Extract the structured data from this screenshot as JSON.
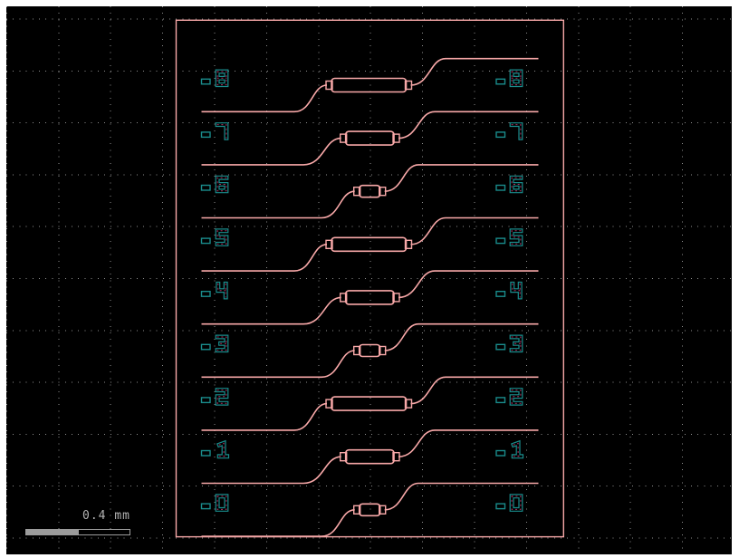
{
  "viewer": {
    "scale_bar": {
      "label": "0.4 mm"
    },
    "channels": [
      {
        "id": "8",
        "left_label": "-8",
        "right_label": "-8",
        "device": "long"
      },
      {
        "id": "7",
        "left_label": "-7",
        "right_label": "-7",
        "device": "medium"
      },
      {
        "id": "6",
        "left_label": "-6",
        "right_label": "-6",
        "device": "short"
      },
      {
        "id": "5",
        "left_label": "-5",
        "right_label": "-5",
        "device": "long"
      },
      {
        "id": "4",
        "left_label": "-4",
        "right_label": "-4",
        "device": "medium"
      },
      {
        "id": "3",
        "left_label": "-3",
        "right_label": "-3",
        "device": "short"
      },
      {
        "id": "2",
        "left_label": "-2",
        "right_label": "-2",
        "device": "long"
      },
      {
        "id": "1",
        "left_label": "-1",
        "right_label": "-1",
        "device": "medium"
      },
      {
        "id": "0",
        "left_label": "-0",
        "right_label": "-0",
        "device": "short"
      }
    ],
    "colors": {
      "background": "#000000",
      "frame": "#ffffff",
      "trace": "#f8a8a8",
      "boundary": "#f8a8a8",
      "label_outline": "#1a8c8c",
      "label_dots": "#b03060",
      "grid": "#8f8f8f",
      "scale_bar": "#9c9c9c",
      "scale_text": "#b3b3b3"
    }
  }
}
